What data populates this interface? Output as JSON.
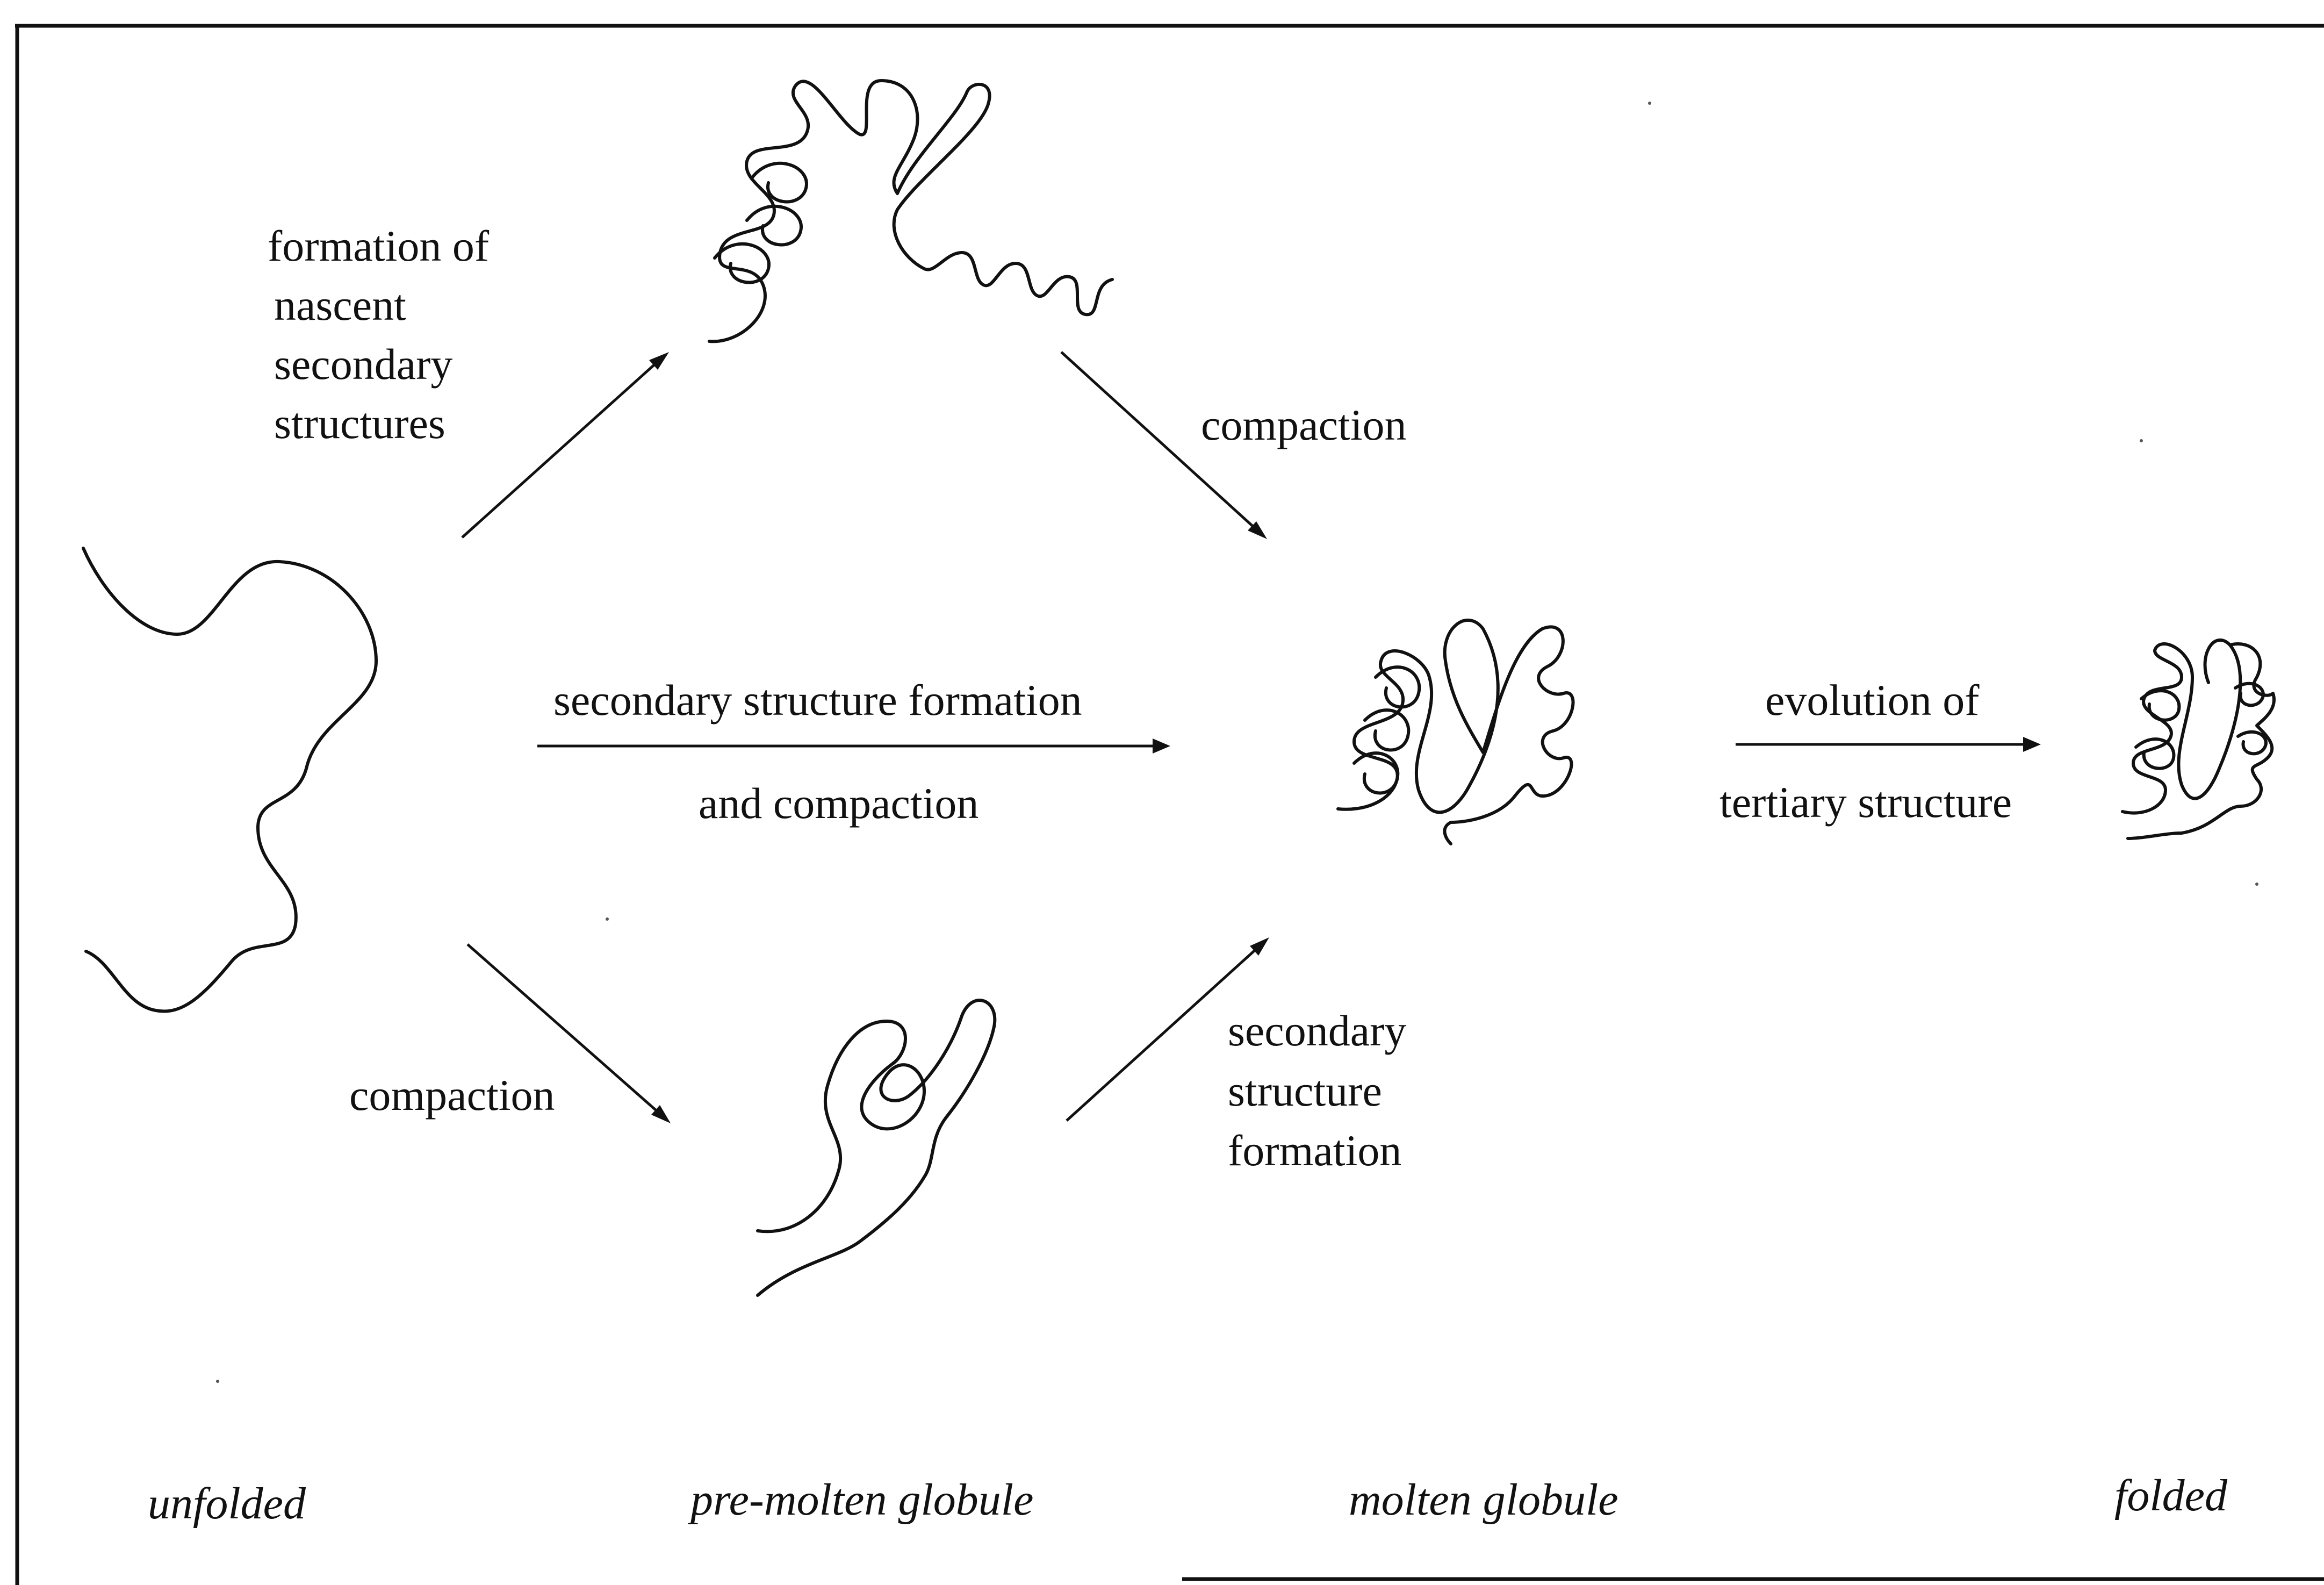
{
  "labels": {
    "top_left_path": [
      "formation of",
      "nascent",
      "secondary",
      "structures"
    ],
    "top_right_path": "compaction",
    "middle_path_line1": "secondary structure formation",
    "middle_path_line2": "and compaction",
    "bottom_left_path": "compaction",
    "bottom_right_path": [
      "secondary",
      "structure",
      "formation"
    ],
    "right_path_line1": "evolution of",
    "right_path_line2": "tertiary structure"
  },
  "states": {
    "unfolded": "unfolded",
    "pre_molten_upper": "",
    "pre_molten": "pre-molten globule",
    "molten": "molten globule",
    "folded": "folded"
  }
}
